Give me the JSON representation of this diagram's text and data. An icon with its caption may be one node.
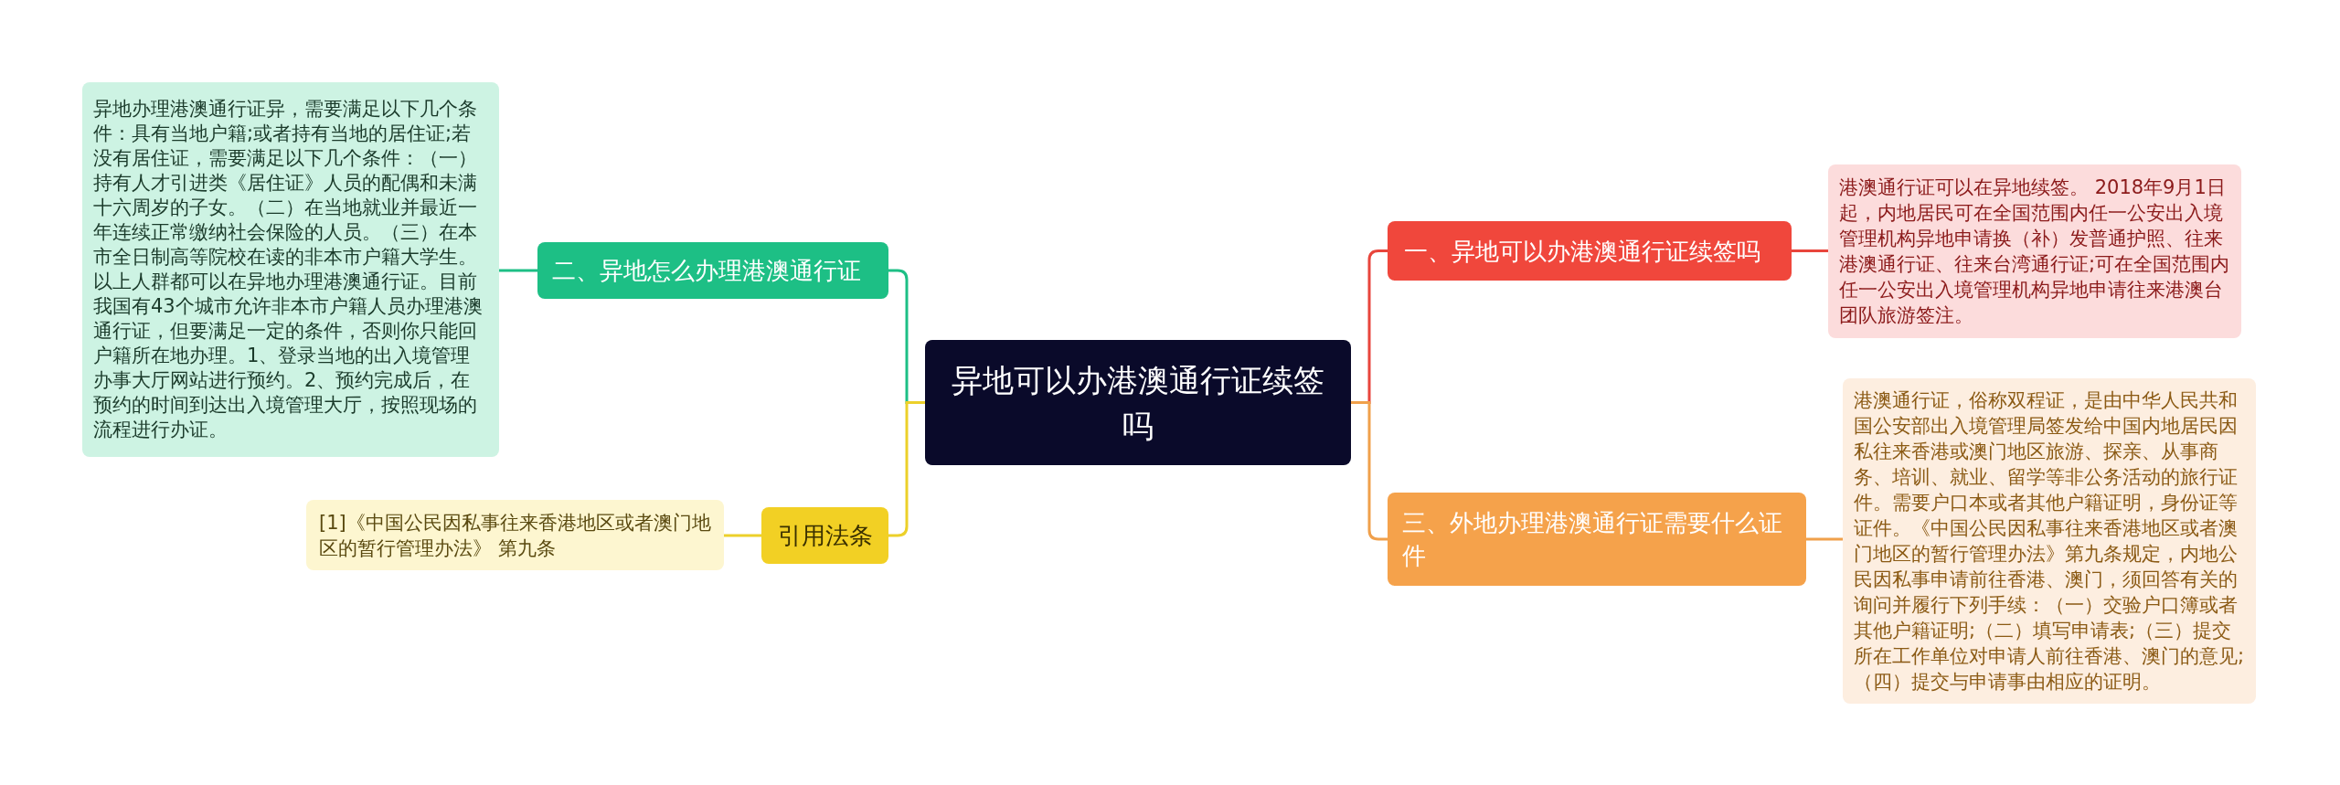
{
  "diagram": {
    "nodes": [
      {
        "text": [
          "异地可以办港澳通行证续签吗"
        ]
      },
      {
        "text": [
          "一、异地可以办港澳通行证续签吗"
        ]
      },
      {
        "text": [
          "港澳通行证可以在异地续签。 2018年9月1日起，内地居民可在全国范围内任一公安出入境管理机构异地申请换（补）发普通护照、往来港澳通行证、往来台湾通行证;可在全国范围内任一公安出入境管理机构异地申请往来港澳台团队旅游签注。"
        ]
      },
      {
        "text": [
          "三、外地办理港澳通行证需要什么证件"
        ]
      },
      {
        "text": [
          "港澳通行证，俗称双程证，是由中华人民共和国公安部出入境管理局签发给中国内地居民因私往来香港或澳门地区旅游、探亲、从事商务、培训、就业、留学等非公务活动的旅行证件。需要户口本或者其他户籍证明，身份证等证件。《中国公民因私事往来香港地区或者澳门地区的暂行管理办法》第九条规定，内地公民因私事申请前往香港、澳门，须回答有关的询问并履行下列手续：（一）交验户口簿或者其他户籍证明;（二）填写申请表;（三）提交所在工作单位对申请人前往香港、澳门的意见;（四）提交与申请事由相应的证明。"
        ]
      },
      {
        "text": [
          "二、异地怎么办理港澳通行证"
        ]
      },
      {
        "text": [
          "异地办理港澳通行证异，需要满足以下几个条件：具有当地户籍;或者持有当地的居住证;若没有居住证，需要满足以下几个条件：（一）持有人才引进类《居住证》人员的配偶和未满十六周岁的子女。（二）在当地就业并最近一年连续正常缴纳社会保险的人员。（三）在本市全日制高等院校在读的非本市户籍大学生。以上人群都可以在异地办理港澳通行证。目前我国有43个城市允许非本市户籍人员办理港澳通行证，但要满足一定的条件，否则你只能回户籍所在地办理。1、登录当地的出入境管理办事大厅网站进行预约。2、预约完成后，在预约的时间到达出入境管理大厅，按照现场的流程进行办证。"
        ]
      },
      {
        "text": [
          "引用法条"
        ]
      },
      {
        "text": [
          "[1]《中国公民因私事往来香港地区或者澳门地区的暂行管理办法》 第九条"
        ]
      }
    ],
    "edges": [
      {
        "from": 0,
        "to": 1,
        "arrow": "none",
        "color": "#e8453c"
      },
      {
        "from": 1,
        "to": 2,
        "arrow": "none",
        "color": "#e8453c"
      },
      {
        "from": 0,
        "to": 3,
        "arrow": "none",
        "color": "#f0a04b"
      },
      {
        "from": 3,
        "to": 4,
        "arrow": "none",
        "color": "#f0a04b"
      },
      {
        "from": 0,
        "to": 5,
        "arrow": "none",
        "color": "#1dbf85"
      },
      {
        "from": 5,
        "to": 6,
        "arrow": "none",
        "color": "#1dbf85"
      },
      {
        "from": 0,
        "to": 7,
        "arrow": "none",
        "color": "#ecd02a"
      },
      {
        "from": 7,
        "to": 8,
        "arrow": "none",
        "color": "#ecd02a"
      }
    ]
  }
}
